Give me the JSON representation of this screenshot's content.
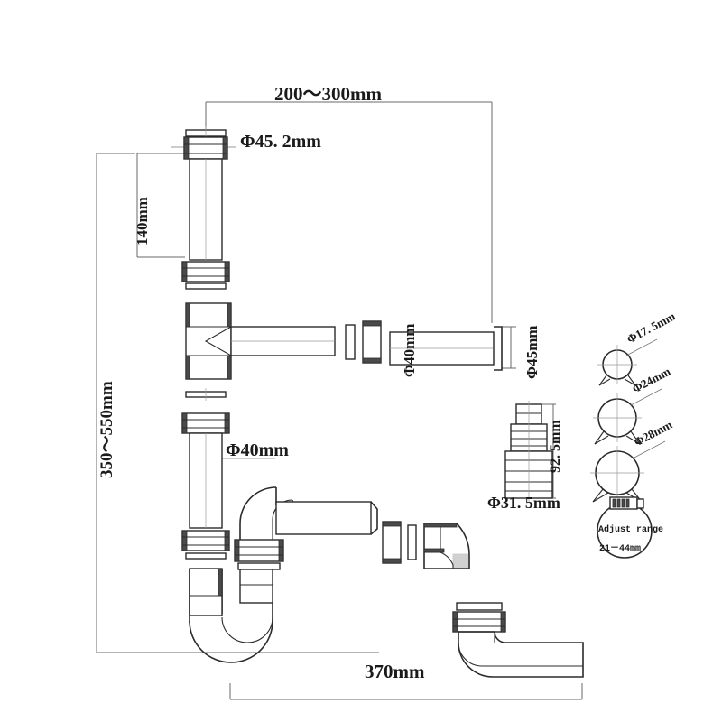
{
  "drawing": {
    "title": "Sink drain P-trap kit assembly diagram",
    "background": "#ffffff",
    "line_color": "#2b2b2b",
    "dim_color": "#555555"
  },
  "dimensions": {
    "top_width": "200～300mm",
    "left_upper": "140mm",
    "left_total": "350～550mm",
    "bottom_width": "370mm",
    "bellows_height": "92. 5mm"
  },
  "diameters": {
    "top_pipe": "Φ45. 2mm",
    "tee_outlet": "Φ40mm",
    "outlet_end": "Φ45mm",
    "down_pipe": "Φ40mm",
    "bellows": "Φ31. 5mm"
  },
  "clips": [
    {
      "name": "clip-17",
      "label": "Φ17. 5mm"
    },
    {
      "name": "clip-24",
      "label": "Φ24mm"
    },
    {
      "name": "clip-28",
      "label": "Φ28mm"
    }
  ],
  "hose_clamp": {
    "line1": "Adjust range",
    "line2": "21－44mm"
  }
}
